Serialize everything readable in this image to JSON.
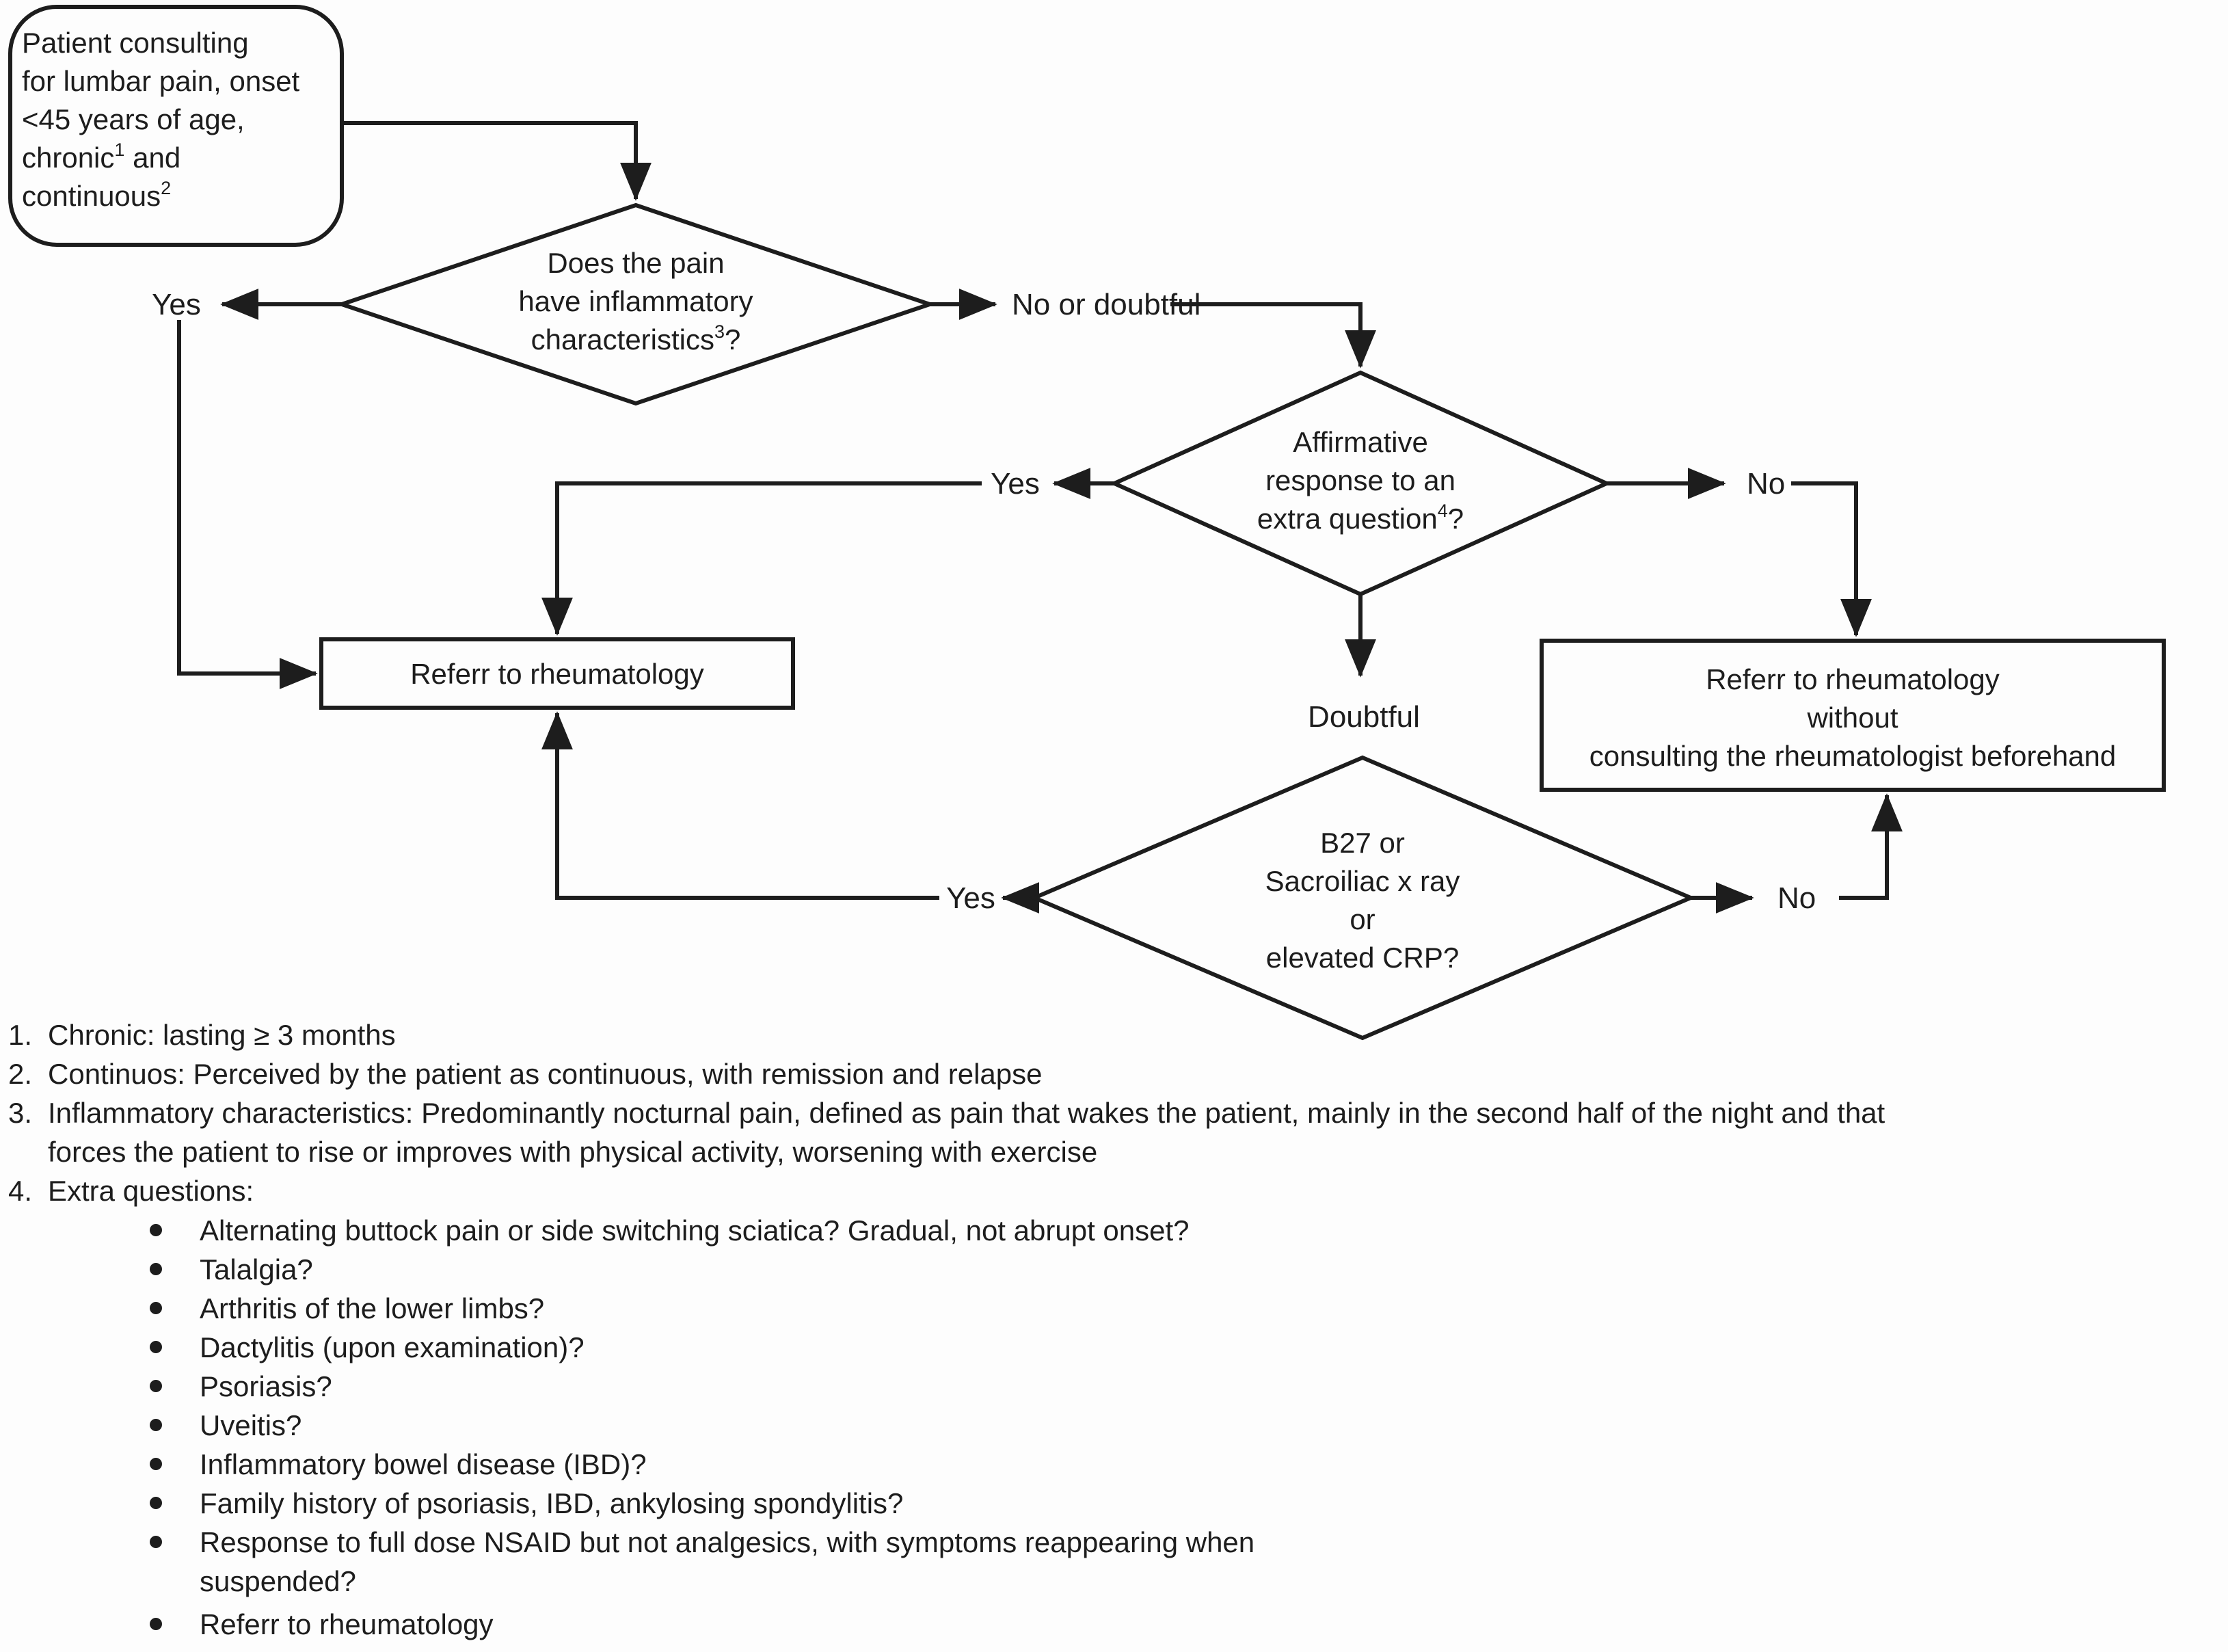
{
  "figure": {
    "background": "#fdfdfd",
    "ink": "#1d1d1d"
  },
  "flow": {
    "start": {
      "lines": [
        {
          "text": "Patient consulting"
        },
        {
          "text": "for lumbar pain, onset"
        },
        {
          "text": "<45 years of age,"
        },
        {
          "text": "chronic",
          "sup": "1",
          "post": " and"
        },
        {
          "text": "continuous",
          "sup": "2",
          "post": ""
        }
      ]
    },
    "d1": {
      "lines": [
        {
          "text": "Does the pain"
        },
        {
          "text": "have inflammatory"
        },
        {
          "text": "characteristics",
          "sup": "3",
          "post": "?"
        }
      ]
    },
    "d2": {
      "lines": [
        {
          "text": "Affirmative"
        },
        {
          "text": "response to an"
        },
        {
          "text": "extra question",
          "sup": "4",
          "post": "?"
        }
      ]
    },
    "d3": {
      "lines": [
        {
          "text": "B27 or"
        },
        {
          "text": "Sacroiliac x ray"
        },
        {
          "text": "or"
        },
        {
          "text": "elevated CRP?"
        }
      ]
    },
    "refer_box": {
      "text": "Referr to rheumatology"
    },
    "refer_direct_box": {
      "lines": [
        "Referr to rheumatology",
        "without",
        "consulting the rheumatologist beforehand"
      ]
    },
    "labels": {
      "yes1": "Yes",
      "no_or_doubtful": "No or doubtful",
      "yes2": "Yes",
      "no2": "No",
      "doubtful": "Doubtful",
      "yes3": "Yes",
      "no3": "No"
    }
  },
  "footnotes": {
    "items": [
      {
        "num": "1.",
        "text": "Chronic: lasting ≥ 3 months"
      },
      {
        "num": "2.",
        "text": "Continuos: Perceived by the patient as continuous, with remission and relapse"
      },
      {
        "num": "3.",
        "text": "Inflammatory characteristics: Predominantly nocturnal pain, defined as pain that wakes the patient, mainly in the second half of the night and that",
        "cont": "forces the patient to rise or improves with physical activity, worsening with exercise"
      },
      {
        "num": "4.",
        "text": "Extra questions:"
      }
    ],
    "bullets": [
      {
        "lines": [
          "Alternating buttock pain or side switching sciatica? Gradual, not abrupt onset?"
        ]
      },
      {
        "lines": [
          "Talalgia?"
        ]
      },
      {
        "lines": [
          "Arthritis of the lower limbs?"
        ]
      },
      {
        "lines": [
          "Dactylitis (upon examination)?"
        ]
      },
      {
        "lines": [
          "Psoriasis?"
        ]
      },
      {
        "lines": [
          "Uveitis?"
        ]
      },
      {
        "lines": [
          "Inflammatory bowel disease (IBD)?"
        ]
      },
      {
        "lines": [
          "Family history of psoriasis, IBD, ankylosing spondylitis?"
        ]
      },
      {
        "lines": [
          "Response to full dose NSAID but not analgesics, with symptoms reappearing when",
          "suspended?"
        ]
      },
      {
        "lines": [
          "Referr to rheumatology"
        ]
      }
    ]
  }
}
